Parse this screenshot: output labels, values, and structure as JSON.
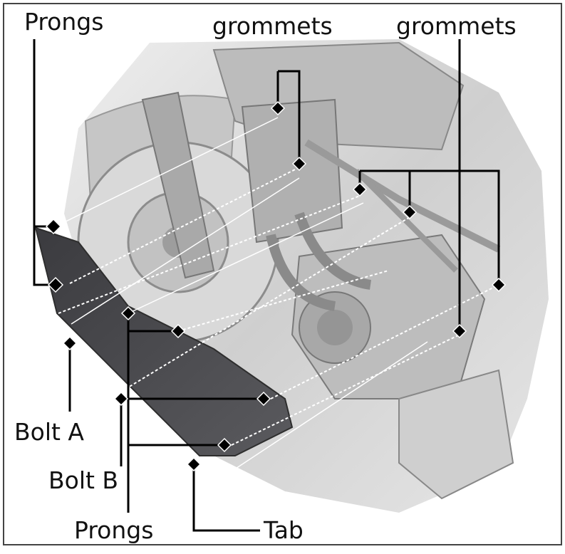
{
  "labels": {
    "prongs_top": "Prongs",
    "grommets_center": "grommets",
    "grommets_right": "grommets",
    "bolt_a": "Bolt A",
    "bolt_b": "Bolt B",
    "prongs_bottom": "Prongs",
    "tab": "Tab"
  },
  "colors": {
    "leader": "#000000",
    "panel": "#4a4a4e",
    "background": "#d6d6d6",
    "frame": "#444444"
  }
}
